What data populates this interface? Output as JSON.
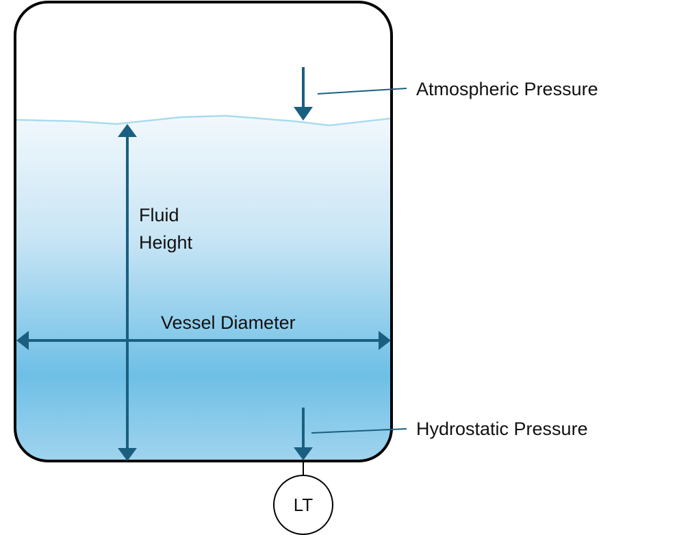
{
  "diagram": {
    "labels": {
      "atmospheric_pressure": "Atmospheric Pressure",
      "fluid_height_line1": "Fluid",
      "fluid_height_line2": "Height",
      "vessel_diameter": "Vessel Diameter",
      "hydrostatic_pressure": "Hydrostatic Pressure",
      "level_transmitter": "LT"
    },
    "colors": {
      "vessel_outline": "#000000",
      "arrow": "#1a5f80",
      "fluid_surface": "#a9dcee",
      "fluid_top": "#f2f8fc",
      "fluid_mid": "#6ebfe6",
      "fluid_bottom": "#a3d5ef"
    }
  }
}
